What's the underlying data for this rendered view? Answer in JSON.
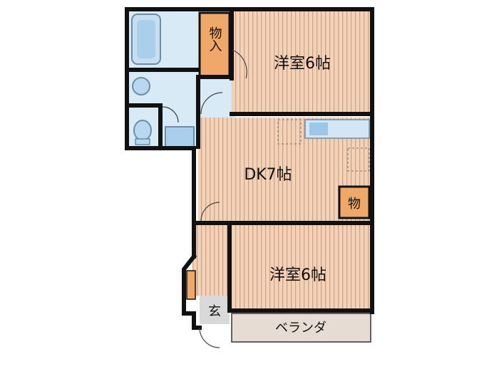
{
  "rooms": {
    "western_top": "洋室6帖",
    "dk": "DK7帖",
    "western_bottom": "洋室6帖",
    "closet_top": "物入",
    "closet_small": "物",
    "entrance": "玄",
    "veranda": "ベランダ"
  },
  "colors": {
    "wall": "#111111",
    "floor_stripe": "#efc9ac",
    "floor_line": "#c9a28a",
    "wet_area": "#d7e9f6",
    "fixture": "#9cc7e6",
    "closet_fill": "#f0a868",
    "entrance": "#d9d9d9",
    "veranda": "#e6dcd4"
  }
}
